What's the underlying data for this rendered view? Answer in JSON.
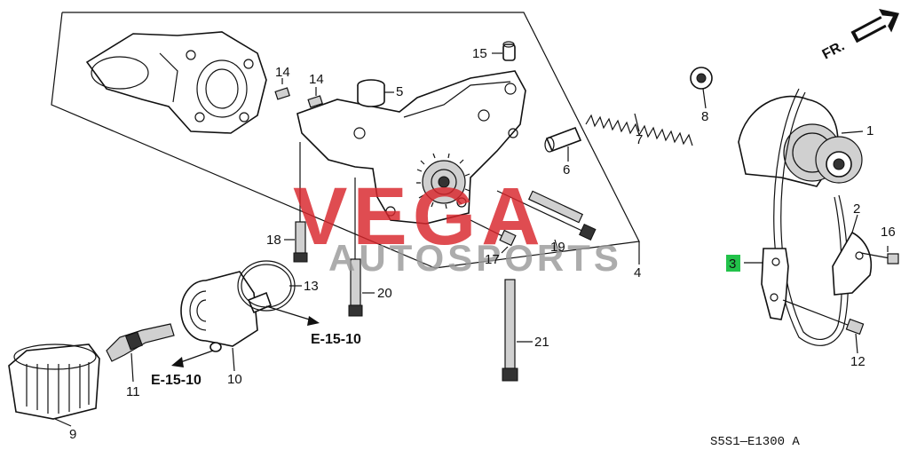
{
  "watermark": {
    "brand": "VEGA",
    "sub": "AUTOSPORTS",
    "color": "#d9262c",
    "gray": "#9a9a9a"
  },
  "direction": {
    "label": "FR."
  },
  "callouts": {
    "p1": "1",
    "p2": "2",
    "p3": "3",
    "p4": "4",
    "p5": "5",
    "p6": "6",
    "p7": "7",
    "p8": "8",
    "p9": "9",
    "p10": "10",
    "p11": "11",
    "p12": "12",
    "p13": "13",
    "p14a": "14",
    "p14b": "14",
    "p15": "15",
    "p16": "16",
    "p17": "17",
    "p18": "18",
    "p19": "19",
    "p20": "20",
    "p21": "21"
  },
  "highlight_color": "#22c24a",
  "section_refs": {
    "ref1": "E-15-10",
    "ref2": "E-15-10"
  },
  "diagram_code": "S5S1—E1300 A"
}
